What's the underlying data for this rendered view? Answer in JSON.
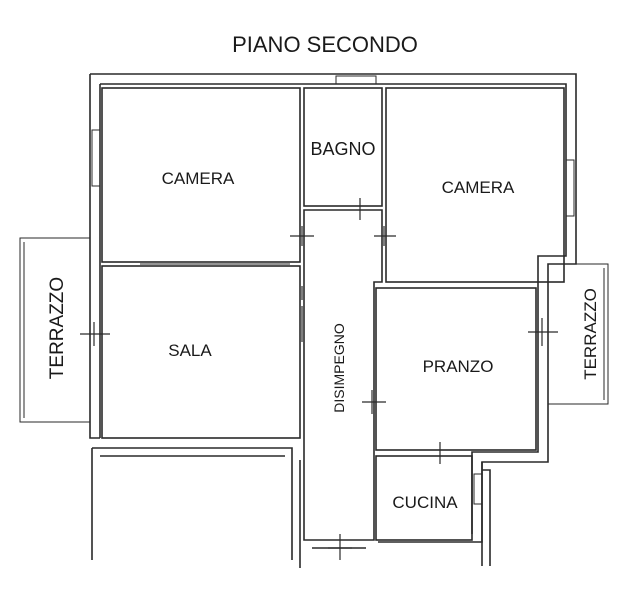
{
  "title": "PIANO SECONDO",
  "rooms": {
    "camera_left": "CAMERA",
    "bagno": "BAGNO",
    "camera_right": "CAMERA",
    "sala": "SALA",
    "disimpegno": "DISIMPEGNO",
    "pranzo": "PRANZO",
    "cucina": "CUCINA",
    "terrazzo_left": "TERRAZZO",
    "terrazzo_right": "TERRAZZO"
  }
}
